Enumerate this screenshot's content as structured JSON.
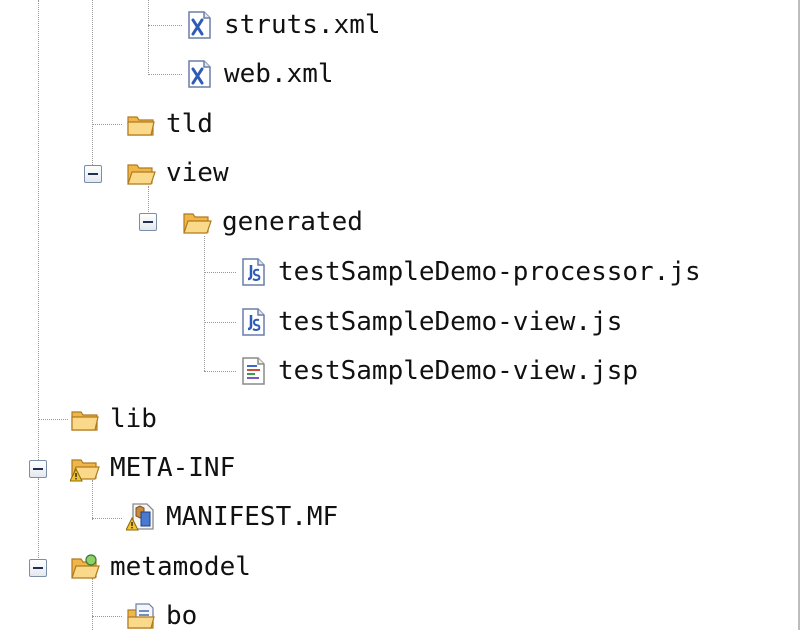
{
  "tree": {
    "items": [
      {
        "label": "struts.xml",
        "icon": "xml-file-icon"
      },
      {
        "label": "web.xml",
        "icon": "xml-file-icon"
      },
      {
        "label": "tld",
        "icon": "folder-icon"
      },
      {
        "label": "view",
        "icon": "folder-open-icon",
        "expanded": true
      },
      {
        "label": "generated",
        "icon": "folder-open-icon",
        "expanded": true
      },
      {
        "label": "testSampleDemo-processor.js",
        "icon": "js-file-icon"
      },
      {
        "label": "testSampleDemo-view.js",
        "icon": "js-file-icon"
      },
      {
        "label": "testSampleDemo-view.jsp",
        "icon": "jsp-file-icon"
      },
      {
        "label": "lib",
        "icon": "folder-icon"
      },
      {
        "label": "META-INF",
        "icon": "folder-warning-icon",
        "expanded": true
      },
      {
        "label": "MANIFEST.MF",
        "icon": "manifest-warning-icon"
      },
      {
        "label": "metamodel",
        "icon": "folder-source-icon",
        "expanded": true
      },
      {
        "label": "bo",
        "icon": "package-folder-icon"
      }
    ]
  },
  "colors": {
    "folder": "#f0b64a",
    "folder_light": "#fbd98a",
    "warning": "#f2c230",
    "xml_blue": "#2d5bb5",
    "tree_line": "#9a9a9a"
  }
}
